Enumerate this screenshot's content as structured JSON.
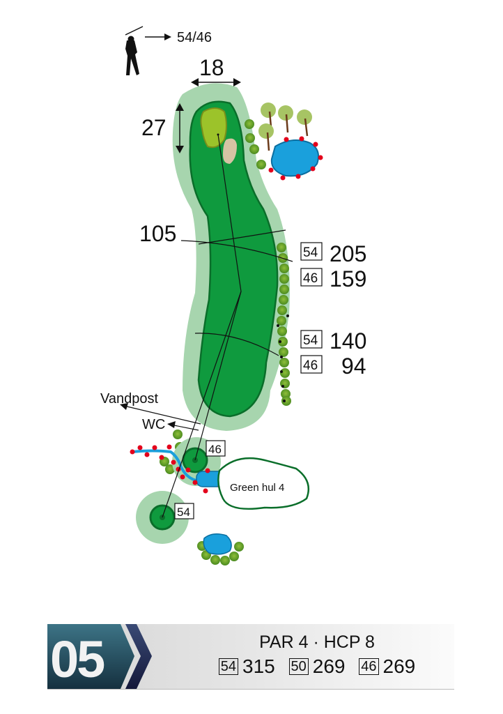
{
  "header": {
    "tees_label": "54/46"
  },
  "green": {
    "width": "18",
    "depth": "27"
  },
  "distances": {
    "carry_label": "105",
    "markers": [
      {
        "tee": "54",
        "yards": "205"
      },
      {
        "tee": "46",
        "yards": "159"
      },
      {
        "tee": "54",
        "yards": "140"
      },
      {
        "tee": "46",
        "yards": "94"
      }
    ]
  },
  "labels": {
    "water_post": "Vandpost",
    "wc": "WC",
    "green_hole4": "Green hul 4"
  },
  "tees": [
    {
      "label": "46"
    },
    {
      "label": "54"
    }
  ],
  "footer": {
    "hole_number": "05",
    "par_hcp": "PAR 4 · HCP 8",
    "lengths": [
      {
        "tee": "54",
        "yards": "315"
      },
      {
        "tee": "50",
        "yards": "269"
      },
      {
        "tee": "46",
        "yards": "269"
      }
    ]
  },
  "colors": {
    "rough": "#a7d5ae",
    "fairway": "#0f9a3e",
    "green": "#9cc32a",
    "bunker": "#d6c3a4",
    "water": "#1aa0dc",
    "out_of_bounds": "#e3001b",
    "banner": "#1f4a5e"
  }
}
